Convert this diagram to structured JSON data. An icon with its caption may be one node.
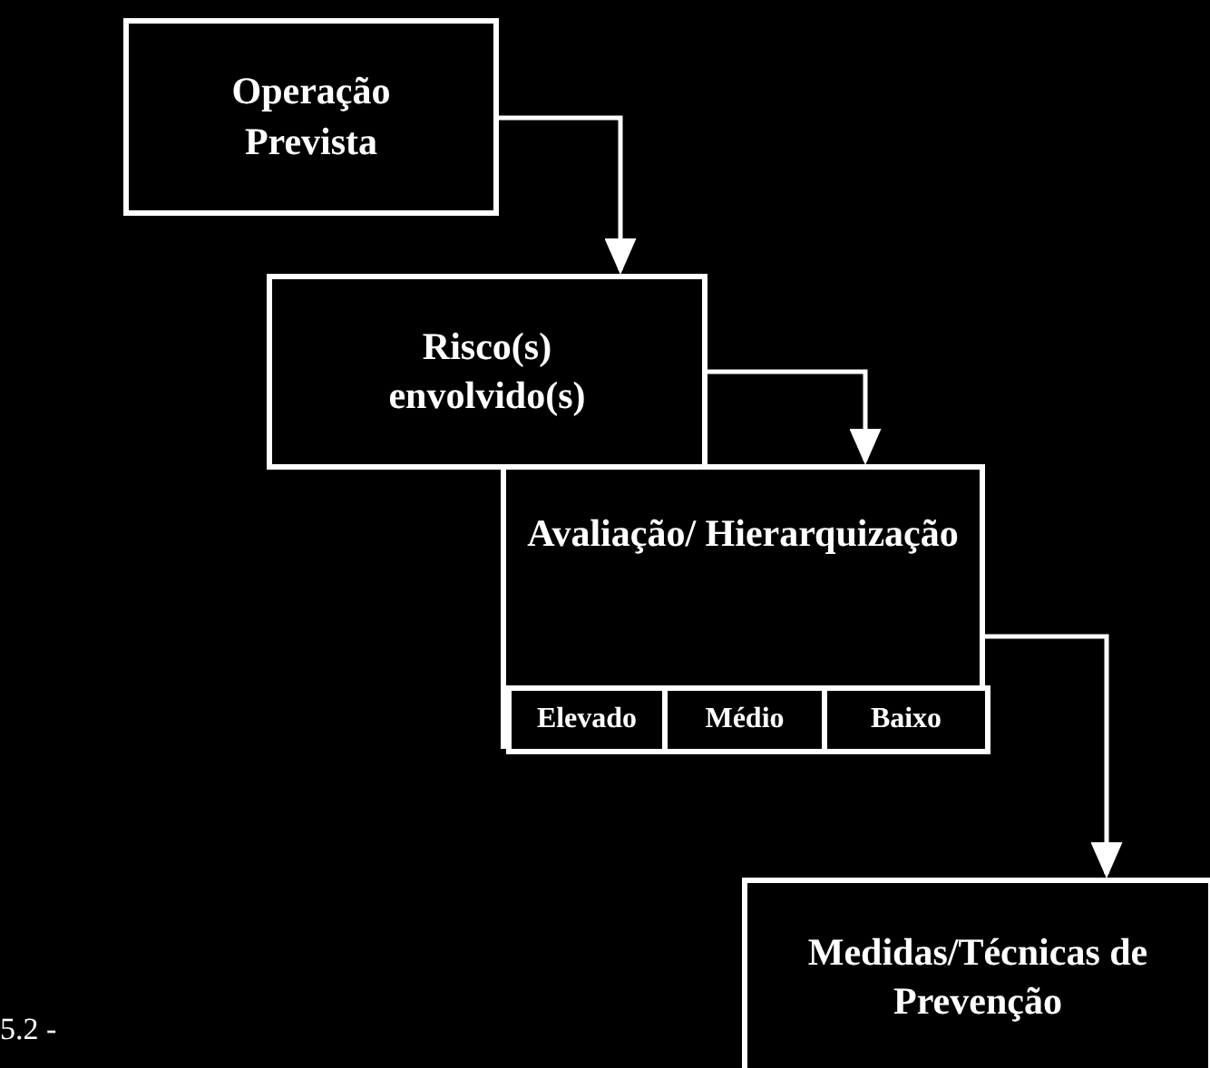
{
  "diagram": {
    "nodes": [
      {
        "text": [
          "Operação Prevista"
        ]
      },
      {
        "text": [
          "Risco(s) envolvido(s)"
        ]
      },
      {
        "text": [
          "Avaliação/ Hierarquização"
        ]
      },
      {
        "text": [
          "Elevado"
        ],
        "in": 2
      },
      {
        "text": [
          "Médio"
        ],
        "in": 2
      },
      {
        "text": [
          "Baixo"
        ],
        "in": 2
      },
      {
        "text": [
          "Medidas/Técnicas de Prevenção"
        ]
      }
    ],
    "edges": [
      {
        "from": 0,
        "to": 1,
        "arrow": "to"
      },
      {
        "from": 1,
        "to": 2,
        "arrow": "to"
      },
      {
        "from": 2,
        "to": 6,
        "arrow": "to"
      }
    ],
    "labels": [
      "5.2 -"
    ]
  }
}
